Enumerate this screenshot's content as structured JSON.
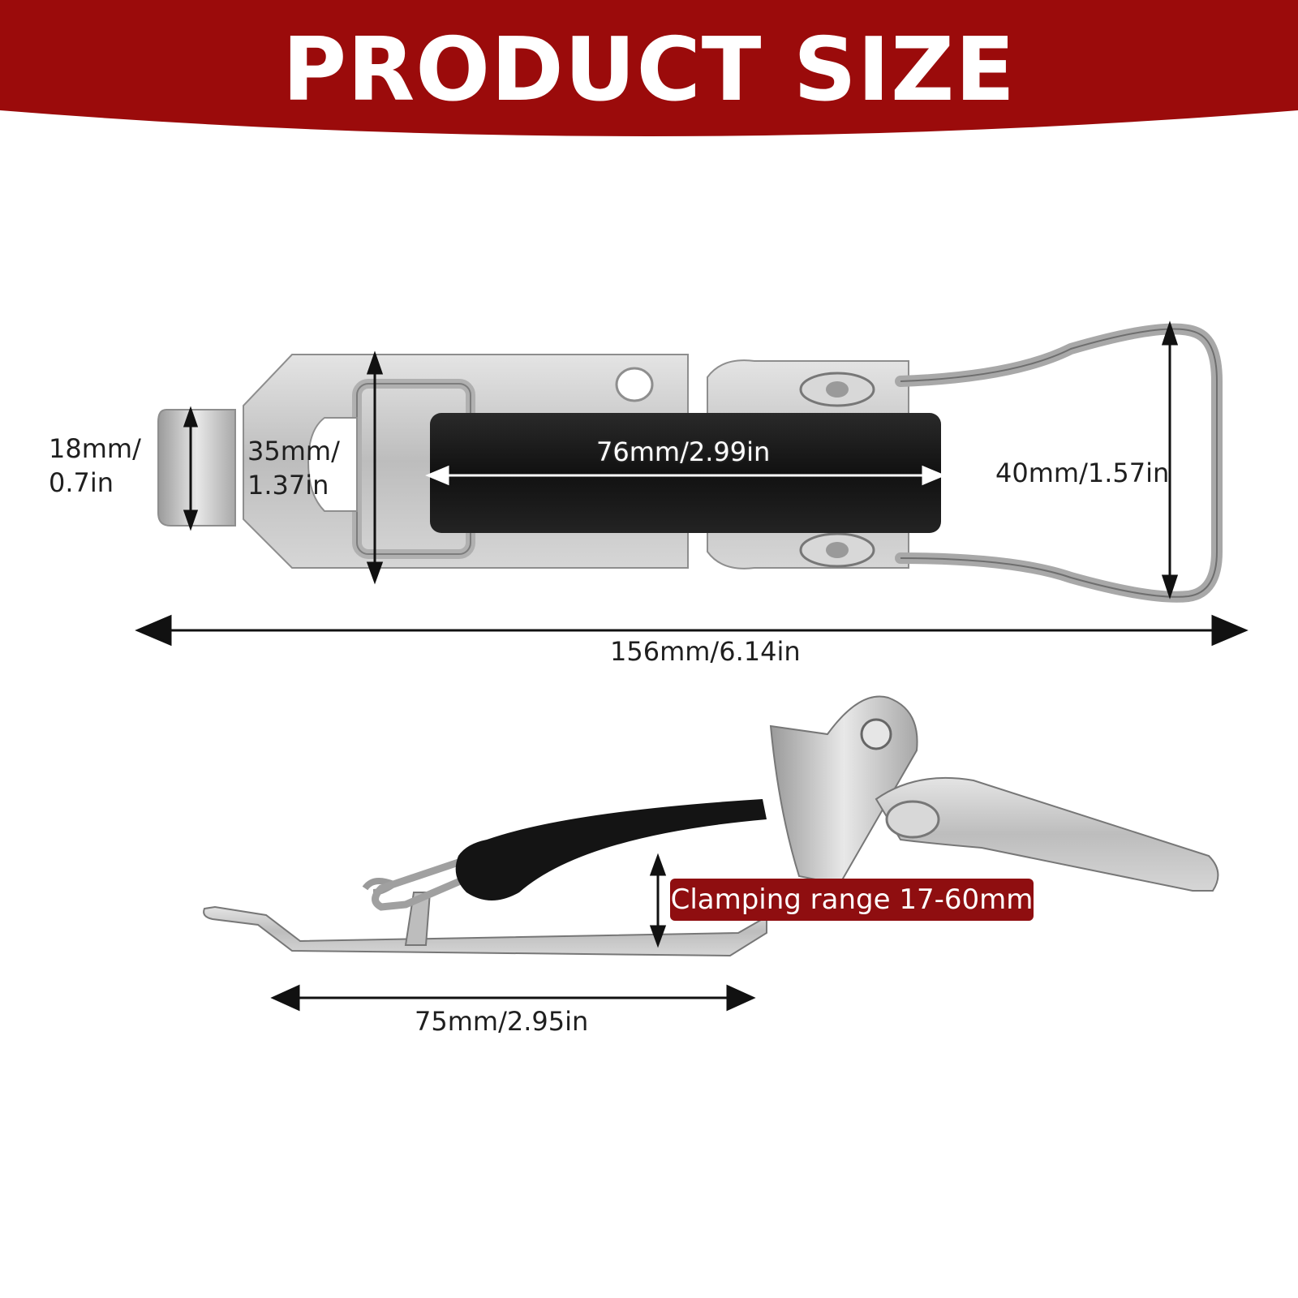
{
  "colors": {
    "banner": "#9b0b0b",
    "metal": "#c9c9c9",
    "metal_dark": "#8e8e8e",
    "rubber": "#141414",
    "callout": "#8f0e10",
    "dimension_line": "#111111"
  },
  "banner": {
    "title": "PRODUCT SIZE"
  },
  "top_view": {
    "hook_height": {
      "line1": "18mm/",
      "line2": "0.7in"
    },
    "plate_height": {
      "line1": "35mm/",
      "line2": "1.37in"
    },
    "strap_length": "76mm/2.99in",
    "bail_height": "40mm/1.57in",
    "total_length": "156mm/6.14in"
  },
  "side_view": {
    "clamping_range": "Clamping range 17-60mm",
    "base_length": "75mm/2.95in"
  }
}
